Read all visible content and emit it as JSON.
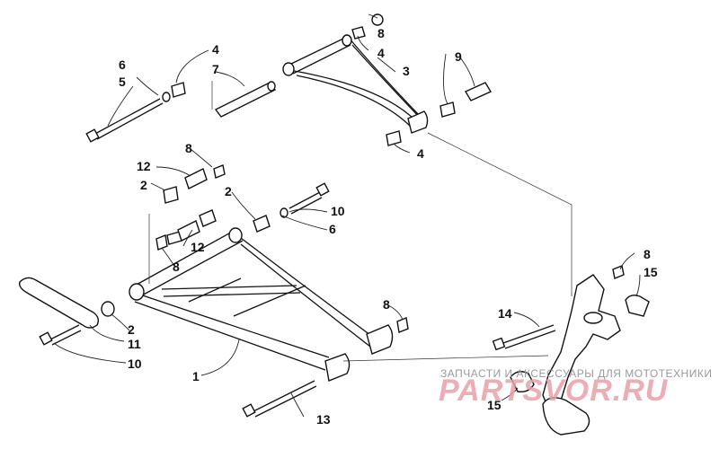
{
  "callouts": [
    {
      "id": "c1",
      "label": "1"
    },
    {
      "id": "c2a",
      "label": "2"
    },
    {
      "id": "c2b",
      "label": "2"
    },
    {
      "id": "c2c",
      "label": "2"
    },
    {
      "id": "c3",
      "label": "3"
    },
    {
      "id": "c4a",
      "label": "4"
    },
    {
      "id": "c4b",
      "label": "4"
    },
    {
      "id": "c4c",
      "label": "4"
    },
    {
      "id": "c5",
      "label": "5"
    },
    {
      "id": "c6a",
      "label": "6"
    },
    {
      "id": "c6b",
      "label": "6"
    },
    {
      "id": "c7",
      "label": "7"
    },
    {
      "id": "c8a",
      "label": "8"
    },
    {
      "id": "c8b",
      "label": "8"
    },
    {
      "id": "c8c",
      "label": "8"
    },
    {
      "id": "c8d",
      "label": "8"
    },
    {
      "id": "c8e",
      "label": "8"
    },
    {
      "id": "c9",
      "label": "9"
    },
    {
      "id": "c10a",
      "label": "10"
    },
    {
      "id": "c10b",
      "label": "10"
    },
    {
      "id": "c11",
      "label": "11"
    },
    {
      "id": "c12a",
      "label": "12"
    },
    {
      "id": "c12b",
      "label": "12"
    },
    {
      "id": "c13",
      "label": "13"
    },
    {
      "id": "c14",
      "label": "14"
    },
    {
      "id": "c15a",
      "label": "15"
    },
    {
      "id": "c15b",
      "label": "15"
    }
  ],
  "watermark": {
    "tagline": "ЗАПЧАСТИ И АКСЕССУАРЫ ДЛЯ МОТОТЕХНИКИ",
    "brand": "PARTSVOR.RU"
  }
}
